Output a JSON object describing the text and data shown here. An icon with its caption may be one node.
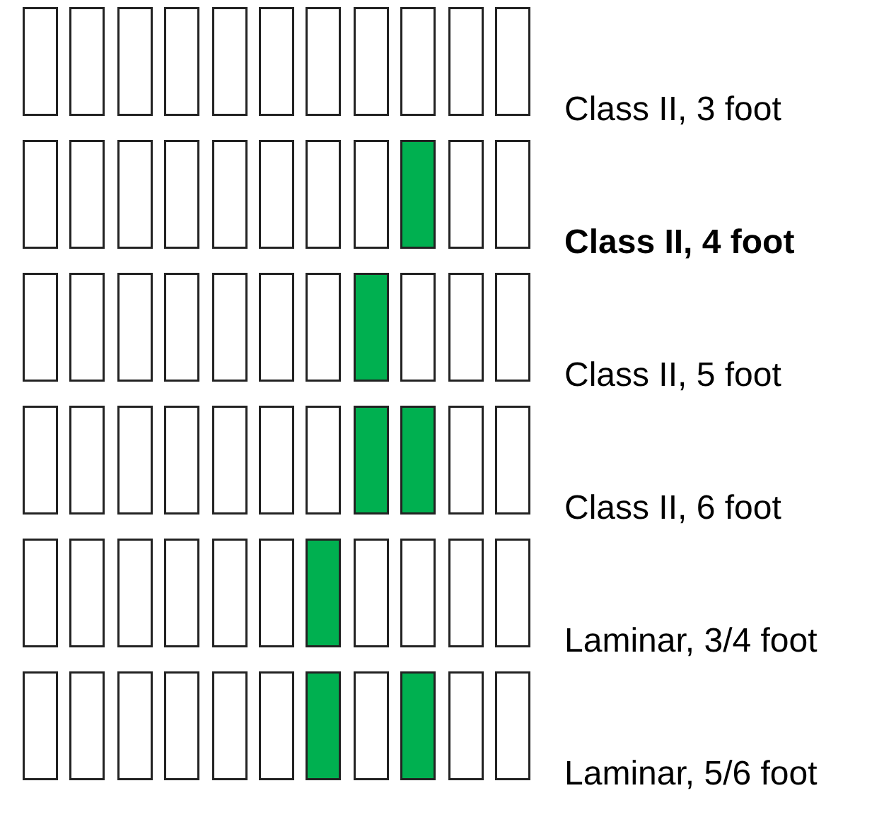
{
  "diagram": {
    "labels": [
      "Class II, 3 foot",
      "Class II, 4 foot",
      "Class II, 5 foot",
      "Class II, 6 foot",
      "Laminar, 3/4 foot",
      "Laminar, 5/6 foot"
    ]
  }
}
